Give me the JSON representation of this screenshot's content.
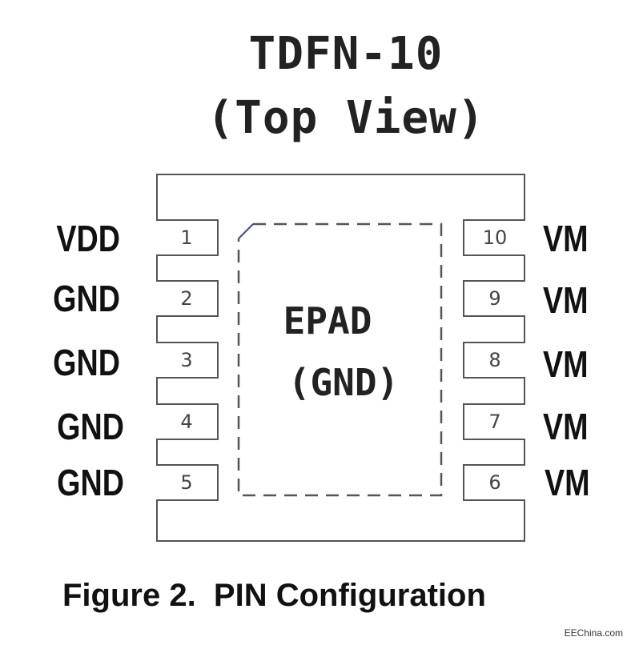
{
  "title": {
    "line1": "TDFN-10",
    "line2": "(Top View)"
  },
  "epad": {
    "line1": "EPAD",
    "line2": "(GND)"
  },
  "pins": {
    "left": [
      {
        "number": "1",
        "label": "VDD"
      },
      {
        "number": "2",
        "label": "GND"
      },
      {
        "number": "3",
        "label": "GND"
      },
      {
        "number": "4",
        "label": "GND"
      },
      {
        "number": "5",
        "label": "GND"
      }
    ],
    "right": [
      {
        "number": "10",
        "label": "VM"
      },
      {
        "number": "9",
        "label": "VM"
      },
      {
        "number": "8",
        "label": "VM"
      },
      {
        "number": "7",
        "label": "VM"
      },
      {
        "number": "6",
        "label": "VM"
      }
    ]
  },
  "caption": "Figure 2.  PIN Configuration",
  "watermark": "EEChina.com",
  "colors": {
    "outline": "#555555",
    "text": "#111111",
    "pin1_marker": "#3a4a9a"
  }
}
